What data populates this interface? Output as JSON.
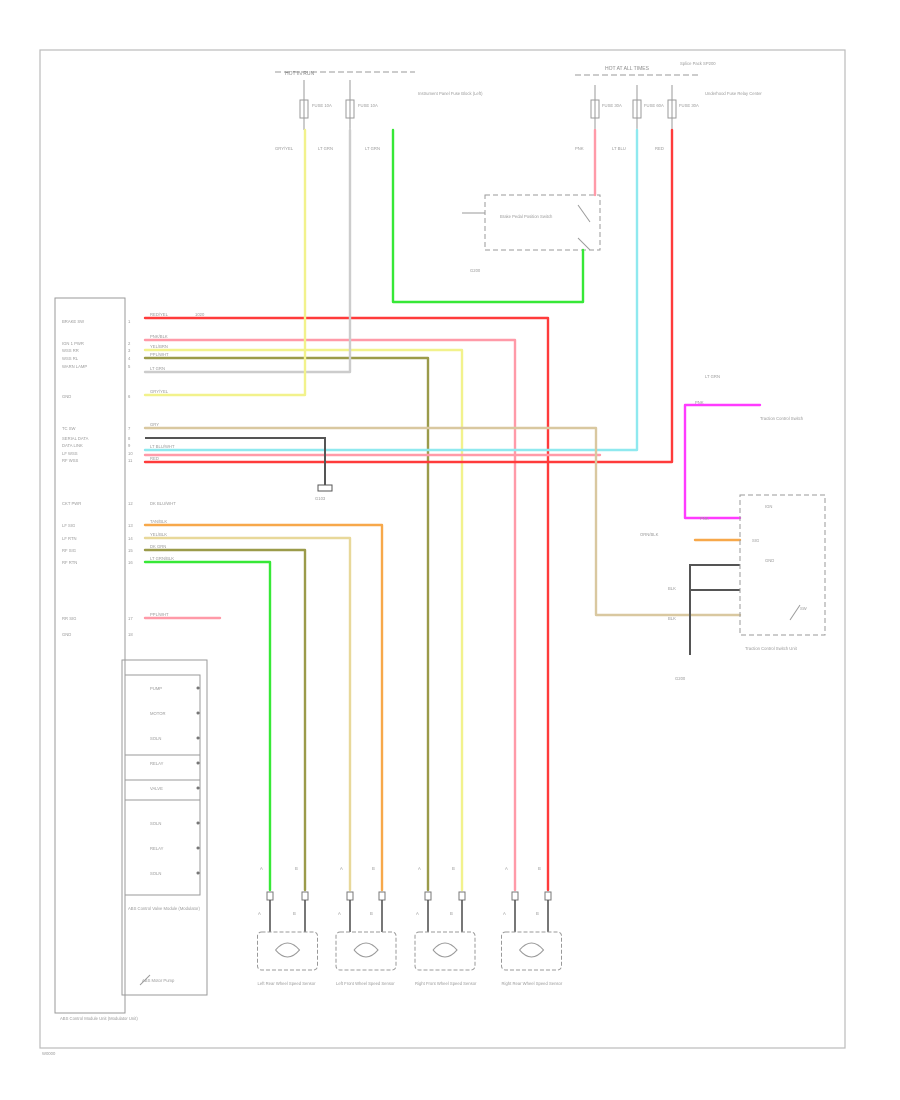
{
  "diagram": {
    "footer_code": "W0000",
    "module": {
      "name": "ABS Control Module Unit (Modulator Unit)",
      "pin_labels": [
        "BRAKE SW",
        "IGN 1 PWR",
        "WSS RR",
        "WSS RL",
        "WARN LAMP",
        "GND",
        "TC SW",
        "SERIAL DATA",
        "DATA LINK",
        "LF WSS",
        "RF WSS",
        "CKT PWR",
        "LF SIG",
        "LF RTN",
        "RF SIG",
        "RF RTN",
        "RR SIG",
        "GND"
      ],
      "inner_blocks": [
        "PUMP",
        "MOTOR",
        "SOLN",
        "RELAY",
        "VALVE",
        "SOLN",
        "RELAY",
        "SOLN"
      ],
      "sub_module": "ABS Control Valve Module (Modulator)",
      "motor_label": "ABS Motor Pump"
    },
    "fuse_box_left": {
      "header": "HOT IN RUN",
      "note": "Instrument Panel Fuse Block (Left)",
      "fuses": [
        "FUSE 10A",
        "FUSE 10A"
      ]
    },
    "fuse_box_right": {
      "header": "HOT AT ALL TIMES",
      "note": "Underhood Fuse Relay Center",
      "fuses": [
        "FUSE 30A",
        "FUSE 60A",
        "FUSE 30A"
      ]
    },
    "brake_switch": {
      "name": "Brake Pedal Position Switch",
      "ground": "G200"
    },
    "traction_switch": {
      "name": "Traction Control Switch"
    },
    "right_module": {
      "name": "Traction Control Switch Unit",
      "pins": [
        "IGN",
        "SIG",
        "GND",
        "SW"
      ],
      "ground": "G200"
    },
    "top_right_note": "Splice Pack SP200",
    "sensors": [
      {
        "name": "Left Rear Wheel Speed Sensor",
        "pins": [
          "A",
          "B"
        ]
      },
      {
        "name": "Left Front Wheel Speed Sensor",
        "pins": [
          "A",
          "B"
        ]
      },
      {
        "name": "Right Front Wheel Speed Sensor",
        "pins": [
          "A",
          "B"
        ]
      },
      {
        "name": "Right Rear Wheel Speed Sensor",
        "pins": [
          "A",
          "B"
        ]
      }
    ],
    "ground_labels": [
      "G103",
      "G200"
    ],
    "colors": {
      "red": "#ff3b3b",
      "pink": "#ff9aa8",
      "yellow": "#f2f28c",
      "green": "#37e837",
      "cyan": "#8fe9ef",
      "magenta": "#ff3bff",
      "orange": "#f7a84a",
      "olive": "#9b9b4a",
      "gray": "#b5b5b5",
      "tan": "#d9c8a0"
    }
  }
}
